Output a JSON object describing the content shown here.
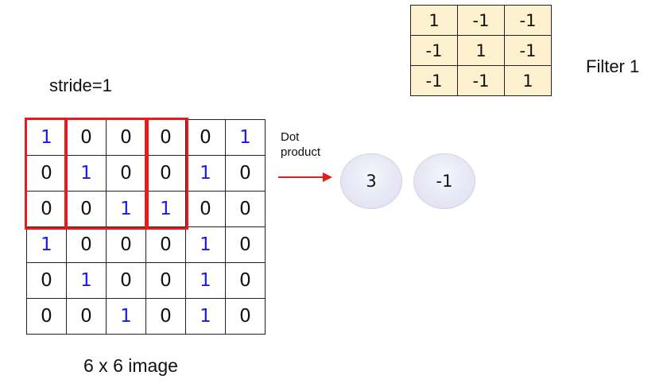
{
  "filter": {
    "label": "Filter 1",
    "rows": [
      [
        "1",
        "-1",
        "-1"
      ],
      [
        "-1",
        "1",
        "-1"
      ],
      [
        "-1",
        "-1",
        "1"
      ]
    ]
  },
  "stride_label": "stride=1",
  "image": {
    "label": "6 x 6 image",
    "rows": [
      [
        "1",
        "0",
        "0",
        "0",
        "0",
        "1"
      ],
      [
        "0",
        "1",
        "0",
        "0",
        "1",
        "0"
      ],
      [
        "0",
        "0",
        "1",
        "1",
        "0",
        "0"
      ],
      [
        "1",
        "0",
        "0",
        "0",
        "1",
        "0"
      ],
      [
        "0",
        "1",
        "0",
        "0",
        "1",
        "0"
      ],
      [
        "0",
        "0",
        "1",
        "0",
        "1",
        "0"
      ]
    ]
  },
  "operation_label_line1": "Dot",
  "operation_label_line2": "product",
  "results": [
    "3",
    "-1"
  ],
  "colors": {
    "highlight": "#e81a1a",
    "ones": "#1a1ae0",
    "filter_bg": "#fdf1cf"
  }
}
